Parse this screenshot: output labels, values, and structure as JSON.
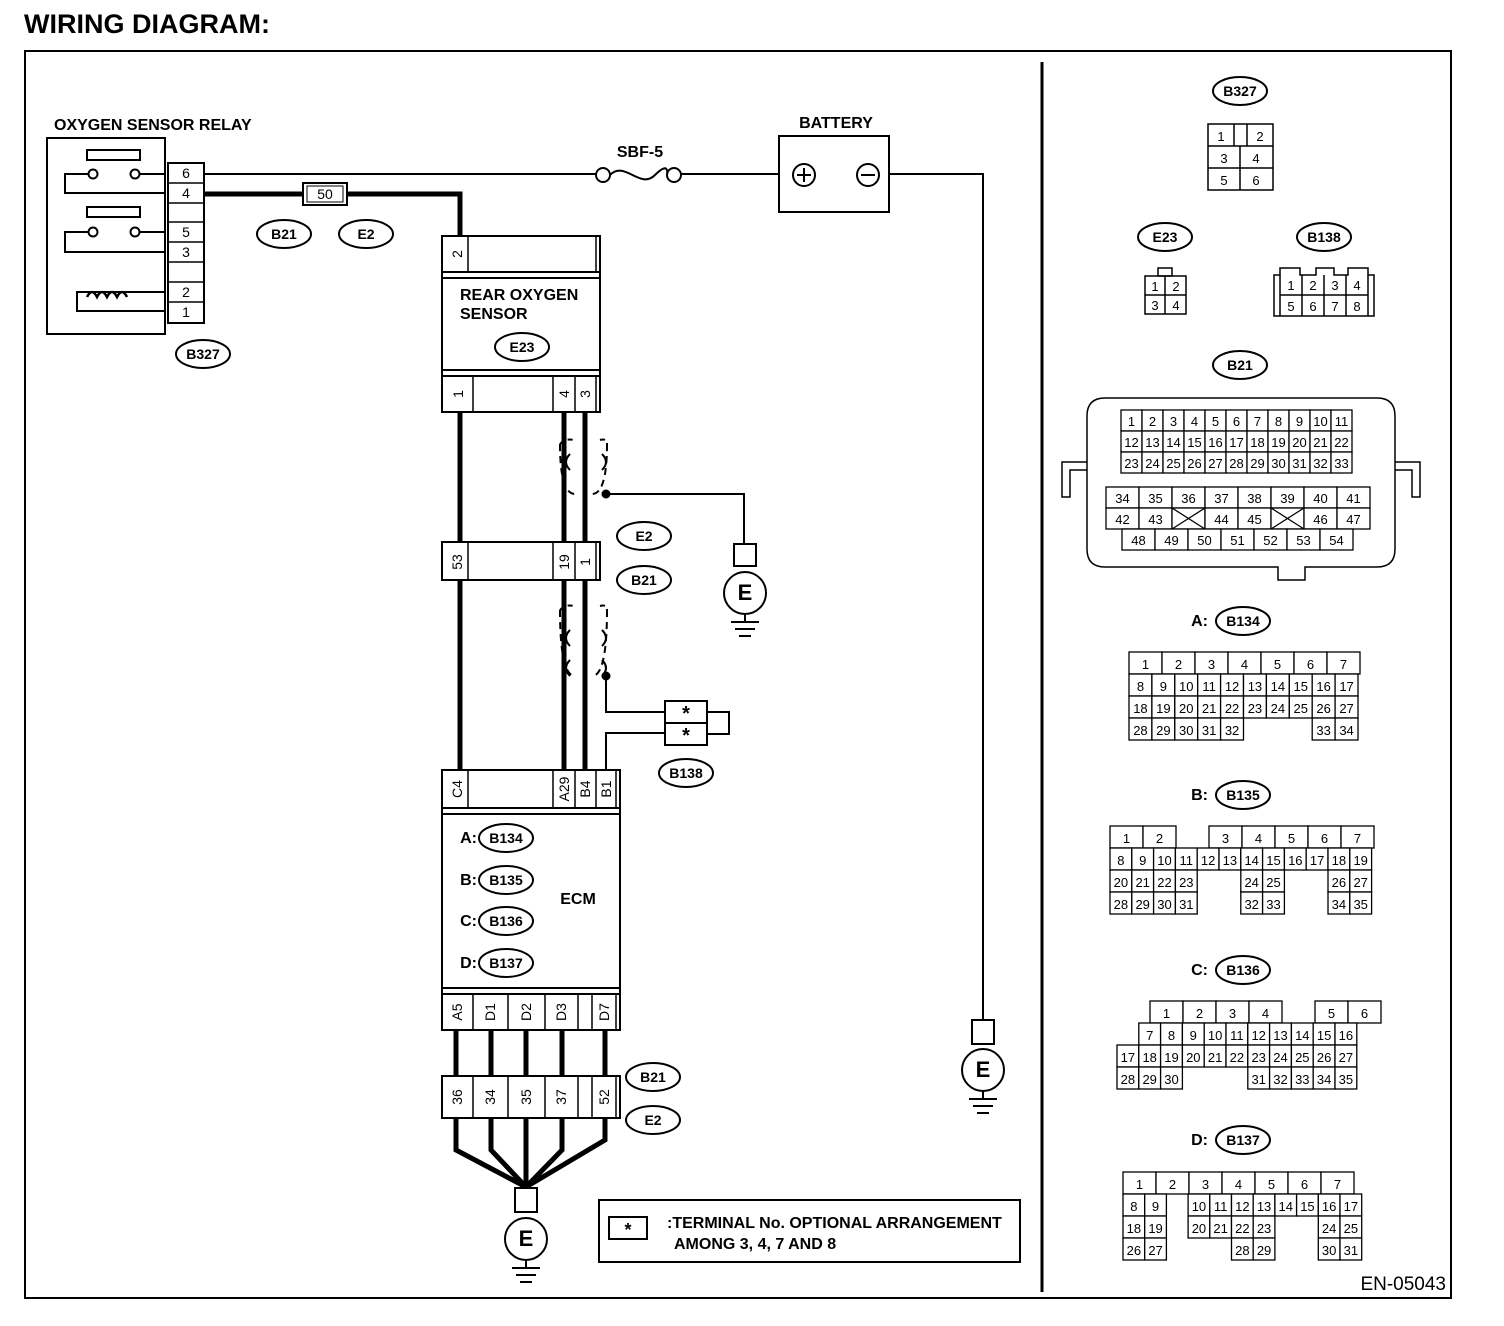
{
  "title": "WIRING DIAGRAM:",
  "doc_code": "EN-05043",
  "labels": {
    "relay": "OXYGEN SENSOR RELAY",
    "battery": "BATTERY",
    "fuse": "SBF-5",
    "fuse_no": "50",
    "sensor_line1": "REAR OXYGEN",
    "sensor_line2": "SENSOR",
    "ecm": "ECM",
    "ground": "E",
    "star": "*",
    "note_line1": ":TERMINAL No. OPTIONAL ARRANGEMENT",
    "note_line2": "AMONG 3, 4, 7 AND 8"
  },
  "relay_terminals": [
    "6",
    "4",
    "5",
    "3",
    "2",
    "1"
  ],
  "sensor_top_terminal": "2",
  "sensor_bottom_terminals": [
    "1",
    "4",
    "3"
  ],
  "mid_connector_terminals": [
    "53",
    "19",
    "1"
  ],
  "ecm_top_terminals": [
    "C4",
    "A29",
    "B4",
    "B1"
  ],
  "ecm_bottom_terminals": [
    "A5",
    "D1",
    "D2",
    "D3",
    "D7"
  ],
  "lower_connector_terminals": [
    "36",
    "34",
    "35",
    "37",
    "52"
  ],
  "connector_tags": {
    "b327": "B327",
    "b21": "B21",
    "e2": "E2",
    "e23": "E23",
    "b138": "B138",
    "b134": "B134",
    "b135": "B135",
    "b136": "B136",
    "b137": "B137"
  },
  "ecm_prefixes": [
    "A:",
    "B:",
    "C:",
    "D:"
  ],
  "connector_views": {
    "b327": [
      [
        "1",
        "",
        "2"
      ],
      [
        "3",
        "4"
      ],
      [
        "5",
        "6"
      ]
    ],
    "e23": [
      [
        "1",
        "2"
      ],
      [
        "3",
        "4"
      ]
    ],
    "b138": [
      [
        "1",
        "2",
        "3",
        "4"
      ],
      [
        "5",
        "6",
        "7",
        "8"
      ]
    ],
    "b21": {
      "upper": [
        [
          "1",
          "2",
          "3",
          "4",
          "5",
          "6",
          "7",
          "8",
          "9",
          "10",
          "11"
        ],
        [
          "12",
          "13",
          "14",
          "15",
          "16",
          "17",
          "18",
          "19",
          "20",
          "21",
          "22"
        ],
        [
          "23",
          "24",
          "25",
          "26",
          "27",
          "28",
          "29",
          "30",
          "31",
          "32",
          "33"
        ]
      ],
      "lower": [
        [
          "34",
          "35",
          "36",
          "37",
          "38",
          "39",
          "40",
          "41"
        ],
        [
          "42",
          "43",
          "X",
          "44",
          "45",
          "X",
          "46",
          "47"
        ],
        [
          "48",
          "49",
          "50",
          "51",
          "52",
          "53",
          "54"
        ]
      ]
    },
    "b134": [
      [
        "1",
        "2",
        "3",
        "4",
        "5",
        "6",
        "7"
      ],
      [
        "8",
        "9",
        "10",
        "11",
        "12",
        "13",
        "14",
        "15",
        "16",
        "17"
      ],
      [
        "18",
        "19",
        "20",
        "21",
        "22",
        "23",
        "24",
        "25",
        "26",
        "27"
      ],
      [
        "28",
        "29",
        "30",
        "31",
        "32",
        "",
        "",
        "",
        "33",
        "34"
      ]
    ],
    "b135": [
      [
        "1",
        "2",
        "",
        "3",
        "4",
        "5",
        "6",
        "7"
      ],
      [
        "8",
        "9",
        "10",
        "11",
        "12",
        "13",
        "14",
        "15",
        "16",
        "17",
        "18",
        "19"
      ],
      [
        "20",
        "21",
        "22",
        "23",
        "",
        "",
        "24",
        "25",
        "",
        "",
        "26",
        "27"
      ],
      [
        "28",
        "29",
        "30",
        "31",
        "",
        "",
        "32",
        "33",
        "",
        "",
        "34",
        "35"
      ]
    ],
    "b136": [
      [
        "",
        "1",
        "2",
        "3",
        "4",
        "",
        "5",
        "6"
      ],
      [
        "",
        "7",
        "8",
        "9",
        "10",
        "11",
        "12",
        "13",
        "14",
        "15",
        "16"
      ],
      [
        "17",
        "18",
        "19",
        "20",
        "21",
        "22",
        "23",
        "24",
        "25",
        "26",
        "27"
      ],
      [
        "28",
        "29",
        "30",
        "",
        "",
        "",
        "31",
        "32",
        "33",
        "34",
        "35"
      ]
    ],
    "b137": [
      [
        "1",
        "2",
        "3",
        "4",
        "5",
        "6",
        "7"
      ],
      [
        "8",
        "9",
        "",
        "10",
        "11",
        "12",
        "13",
        "14",
        "15",
        "16",
        "17"
      ],
      [
        "18",
        "19",
        "",
        "20",
        "21",
        "22",
        "23",
        "",
        "",
        "24",
        "25"
      ],
      [
        "26",
        "27",
        "",
        "",
        "",
        "28",
        "29",
        "",
        "",
        "30",
        "31"
      ]
    ]
  }
}
